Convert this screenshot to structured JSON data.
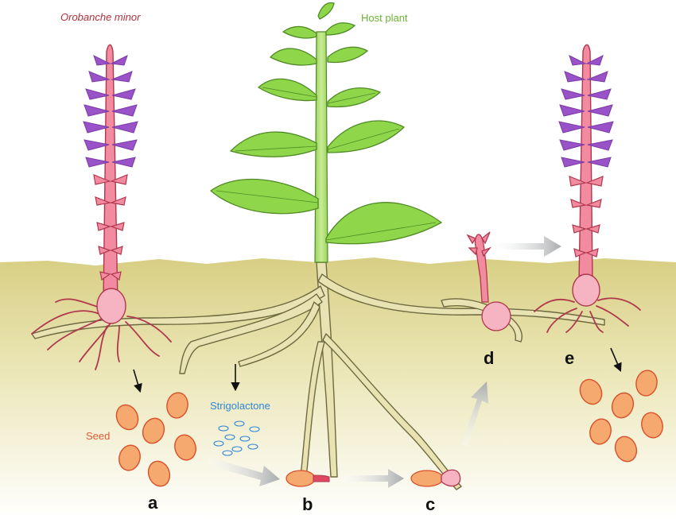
{
  "labels": {
    "parasite": "Orobanche minor",
    "host": "Host plant",
    "seed": "Seed",
    "signal": "Strigolactone"
  },
  "stages": [
    "a",
    "b",
    "c",
    "d",
    "e"
  ],
  "colors": {
    "soil_top": "#d8cf84",
    "soil_bottom": "#ffffff",
    "parasite_stem": "#f28aa0",
    "parasite_outline": "#b0384e",
    "flower": "#9a52c8",
    "leaf": "#8fd64a",
    "leaf_outline": "#4f8a25",
    "root": "#e9e3b4",
    "seed": "#f5a96e",
    "seed_outline": "#d9502a",
    "arrow": "#b9bcbe"
  }
}
